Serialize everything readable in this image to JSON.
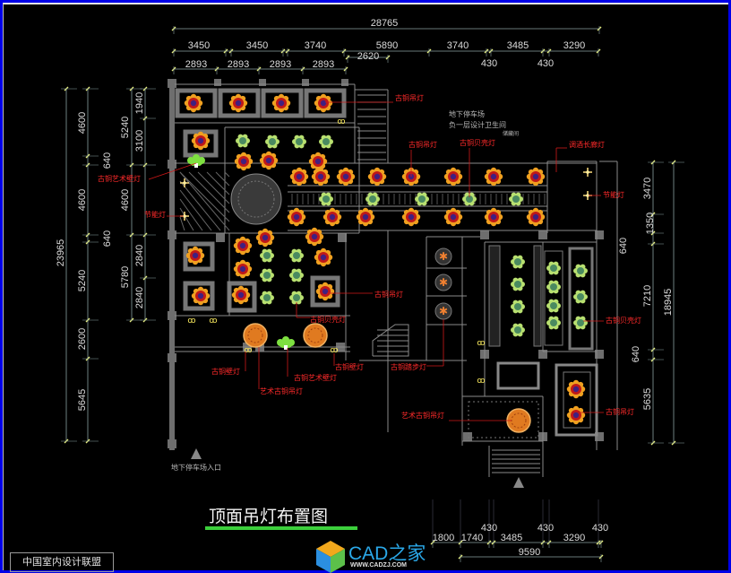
{
  "title": "顶面吊灯布置图",
  "dimensions": {
    "top_total": "28765",
    "top_row": [
      "3450",
      "3450",
      "3740",
      "5890",
      "3740",
      "3485",
      "3290"
    ],
    "top_sub": [
      "2893",
      "2893",
      "2893",
      "2893"
    ],
    "top_extra": [
      "2620",
      "430",
      "430"
    ],
    "left_outer": "23965",
    "left_col1": [
      "4600",
      "640",
      "4600",
      "640",
      "5240",
      "2600",
      "5645"
    ],
    "left_col2": [
      "5240",
      "4600",
      "5780"
    ],
    "left_col3": [
      "1940",
      "3100",
      "2840",
      "2840"
    ],
    "right_col": [
      "3470",
      "1350",
      "640",
      "7210",
      "640",
      "5635"
    ],
    "right_total": "18945",
    "bottom_row": [
      "1800",
      "1740",
      "3485",
      "3290"
    ],
    "bottom_small": [
      "430",
      "430",
      "430"
    ],
    "bottom_total": "9590"
  },
  "labels": [
    "古铜吊灯",
    "古铜吊灯",
    "古铜贝壳灯",
    "调酒长廊灯",
    "节能灯",
    "古铜艺术壁灯",
    "节能灯",
    "古铜吊灯",
    "古铜贝壳灯",
    "古铜壁灯",
    "古铜艺术壁灯",
    "古铜壁灯",
    "艺术古铜吊灯",
    "古铜踏步灯",
    "艺术古铜吊灯",
    "古铜贝壳灯",
    "古铜吊灯"
  ],
  "notes": [
    "地下停车场",
    "负一层设计卫生间",
    "储藏间",
    "地下停车场入口"
  ],
  "watermark": {
    "badge": "中国室内设计联盟",
    "brand": "CAD之家",
    "url": "WWW.CADZJ.COM"
  },
  "colors": {
    "frame": "#0000e8",
    "background": "#000000",
    "label": "#ff2a2a",
    "dimension": "#dcdcdc",
    "underline": "#3ccf3c",
    "brand": "#2aa8e8"
  }
}
